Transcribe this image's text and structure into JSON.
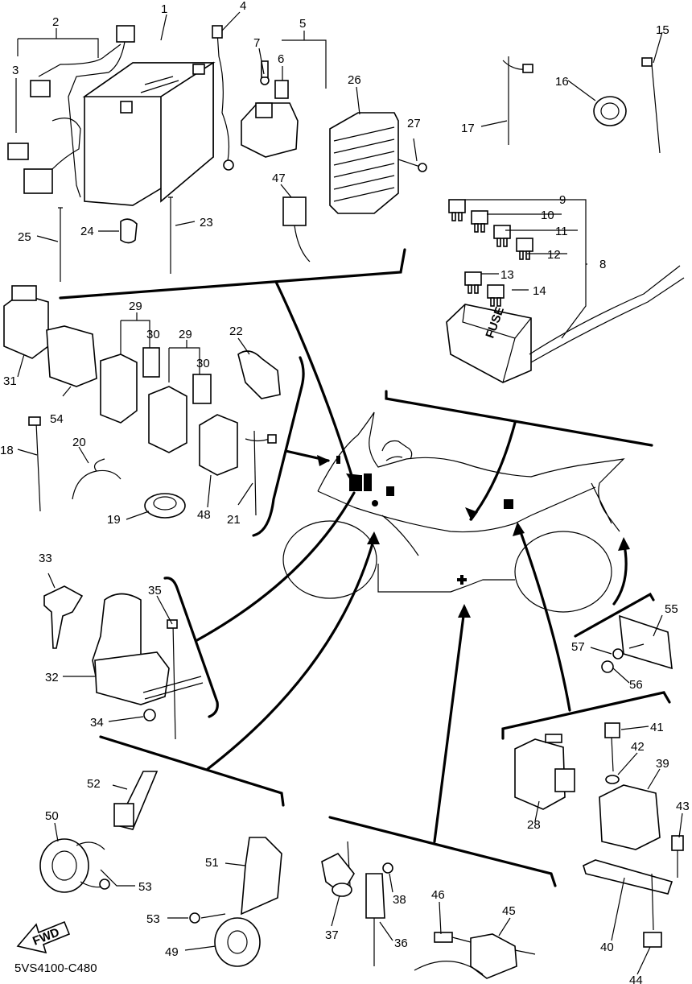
{
  "diagram_code": "5VS4100-C480",
  "fwd_arrow_label": "FWD",
  "fuse_box_label": "FUSE",
  "callouts": {
    "c1": "1",
    "c2": "2",
    "c3": "3",
    "c4": "4",
    "c5": "5",
    "c6": "6",
    "c7": "7",
    "c8": "8",
    "c9": "9",
    "c10": "10",
    "c11": "11",
    "c12": "12",
    "c13": "13",
    "c14": "14",
    "c15": "15",
    "c16": "16",
    "c17": "17",
    "c18": "18",
    "c19": "19",
    "c20": "20",
    "c21": "21",
    "c22": "22",
    "c23": "23",
    "c24": "24",
    "c25": "25",
    "c26": "26",
    "c27": "27",
    "c28": "28",
    "c29a": "29",
    "c29b": "29",
    "c30a": "30",
    "c30b": "30",
    "c31": "31",
    "c32": "32",
    "c33": "33",
    "c34": "34",
    "c35": "35",
    "c36": "36",
    "c37": "37",
    "c38": "38",
    "c39": "39",
    "c40": "40",
    "c41": "41",
    "c42": "42",
    "c43": "43",
    "c44": "44",
    "c45": "45",
    "c46": "46",
    "c47": "47",
    "c48": "48",
    "c49": "49",
    "c50": "50",
    "c51": "51",
    "c52": "52",
    "c53a": "53",
    "c53b": "53",
    "c54": "54",
    "c55": "55",
    "c56": "56",
    "c57": "57"
  }
}
